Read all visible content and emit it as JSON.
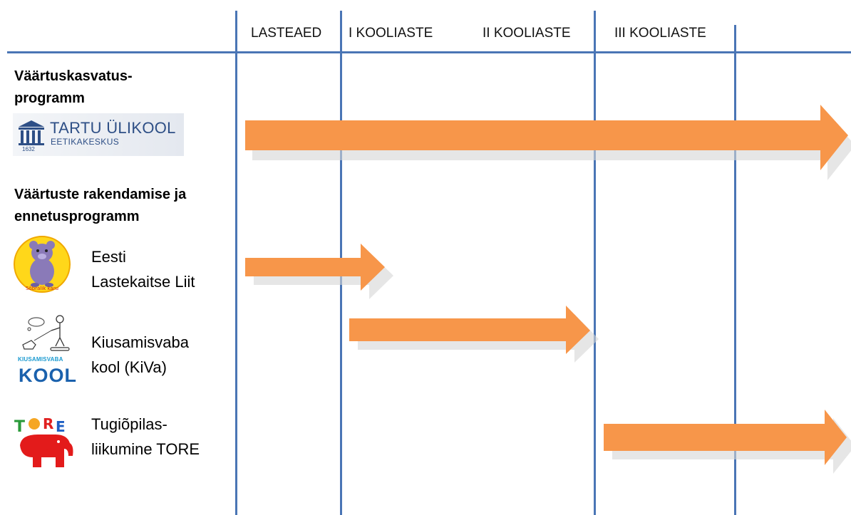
{
  "columns": [
    "LASTEAED",
    "I KOOLIASTE",
    "II KOOLIASTE",
    "III KOOLIASTE"
  ],
  "sections": {
    "values_program": {
      "title_line1": "Väärtuskasvatus-",
      "title_line2": "programm"
    },
    "prevention_program": {
      "title_line1": "Väärtuste rakendamise ja",
      "title_line2": "ennetusprogramm"
    }
  },
  "logos": {
    "tartu": {
      "main": "TARTU ÜLIKOOL",
      "sub": "EETIKAKESKUS",
      "year": "1632"
    },
    "kiva": {
      "top": "KIUSAMISVABA",
      "main": "KOOL"
    },
    "tore": {
      "text": "TORE"
    },
    "bear": {
      "caption": "Sõbralik karu"
    }
  },
  "programs": [
    {
      "line1": "Eesti",
      "line2": "Lastekaitse Liit",
      "span": "LASTEAED – I KOOLIASTE"
    },
    {
      "line1": "Kiusamisvaba",
      "line2": "kool (KiVa)",
      "span": "I KOOLIASTE – II KOOLIASTE"
    },
    {
      "line1": "Tugiõpilas-",
      "line2": "liikumine TORE",
      "span": "III KOOLIASTE – beyond"
    }
  ],
  "colors": {
    "grid": "#4a75b5",
    "arrow": "#f7964a",
    "brand_blue": "#2e4f86"
  }
}
